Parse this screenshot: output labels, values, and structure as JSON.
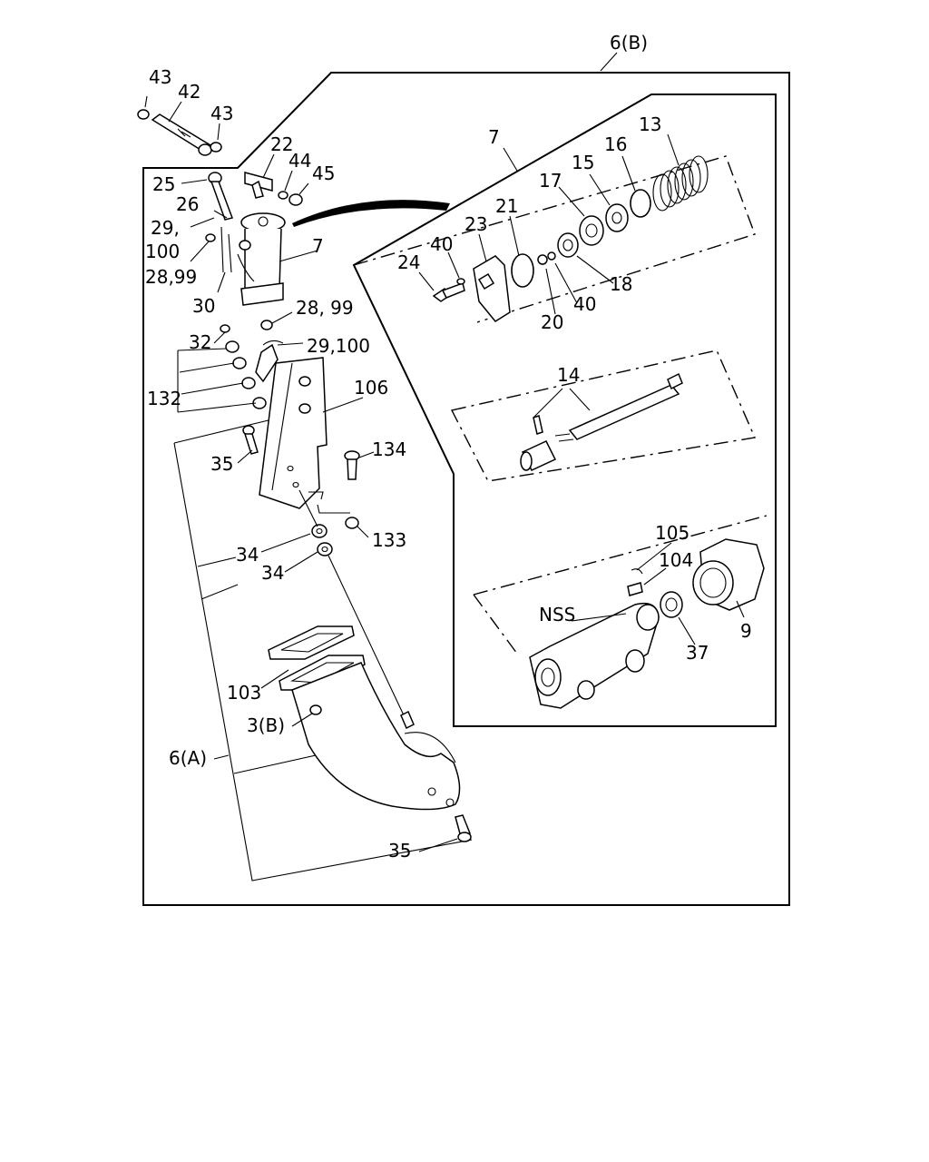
{
  "labels": {
    "l6b": "6(B)",
    "l43a": "43",
    "l42": "42",
    "l43b": "43",
    "l22": "22",
    "l44": "44",
    "l45": "45",
    "l25": "25",
    "l26": "26",
    "l29a": "29,",
    "l100": "100",
    "l2899a": "28,99",
    "l7a": "7",
    "l30": "30",
    "l2899b": "28, 99",
    "l29100": "29,100",
    "l32": "32",
    "l132": "132",
    "l106": "106",
    "l35a": "35",
    "l134": "134",
    "l133": "133",
    "l34a": "34",
    "l34b": "34",
    "l103": "103",
    "l3b": "3(B)",
    "l6a": "6(A)",
    "l35b": "35",
    "l7b": "7",
    "l13": "13",
    "l16": "16",
    "l15": "15",
    "l17": "17",
    "l21": "21",
    "l23": "23",
    "l40a": "40",
    "l24": "24",
    "l18": "18",
    "l40b": "40",
    "l20": "20",
    "l14": "14",
    "l105": "105",
    "l104": "104",
    "lnss": "NSS",
    "l9": "9",
    "l37": "37"
  }
}
